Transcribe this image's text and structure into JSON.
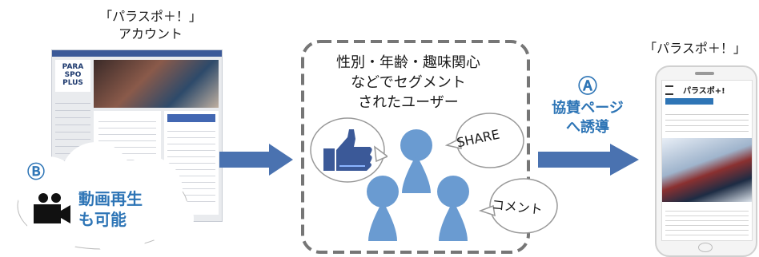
{
  "left_caption": "「パラスポ＋！」\nアカウント",
  "right_caption": "「パラスポ＋！」",
  "segment_text": "性別・年齢・趣味関心\nなどでセグメント\nされたユーザー",
  "marker_a": "Ⓐ",
  "lead_text": "協賛ページ\nへ誘導",
  "marker_b": "Ⓑ",
  "video_text": "動画再生\nも可能",
  "share_label": "SHARE",
  "comment_label": "コメント",
  "fb_logo": "PARA\nSPO\nPLUS",
  "phone_title": "パラスポ+!",
  "colors": {
    "accent": "#2e75b6",
    "arrow": "#4a72b0",
    "figure": "#6a9bd1"
  }
}
